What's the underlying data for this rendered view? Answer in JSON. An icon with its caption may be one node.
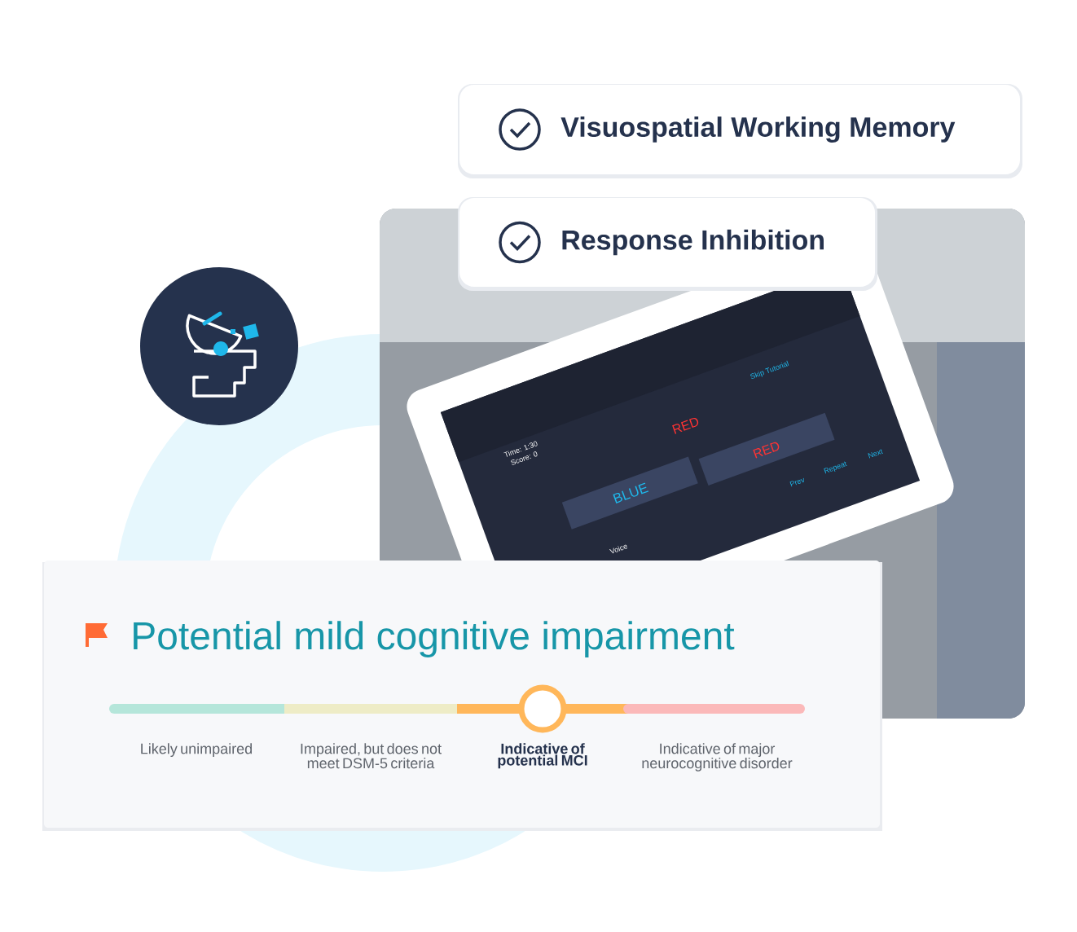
{
  "diagram": {
    "nodes": [
      {
        "text": [
          "Visuospatial Working Memory"
        ]
      },
      {
        "text": [
          "Response Inhibition"
        ]
      },
      {
        "text": [
          "Potential mild cognitive impairment"
        ]
      }
    ],
    "labels": [
      "Skip Tutorial",
      "Time: 1:30",
      "Score: 0",
      "RED",
      "RED",
      "BLUE",
      "Prev",
      "Repeat",
      "Next",
      "Voice",
      "Likely unimpaired",
      "Impaired, but does not meet DSM-5 criteria",
      "Indicative of potential MCI",
      "Indicative of major neurocognitive disorder"
    ]
  }
}
